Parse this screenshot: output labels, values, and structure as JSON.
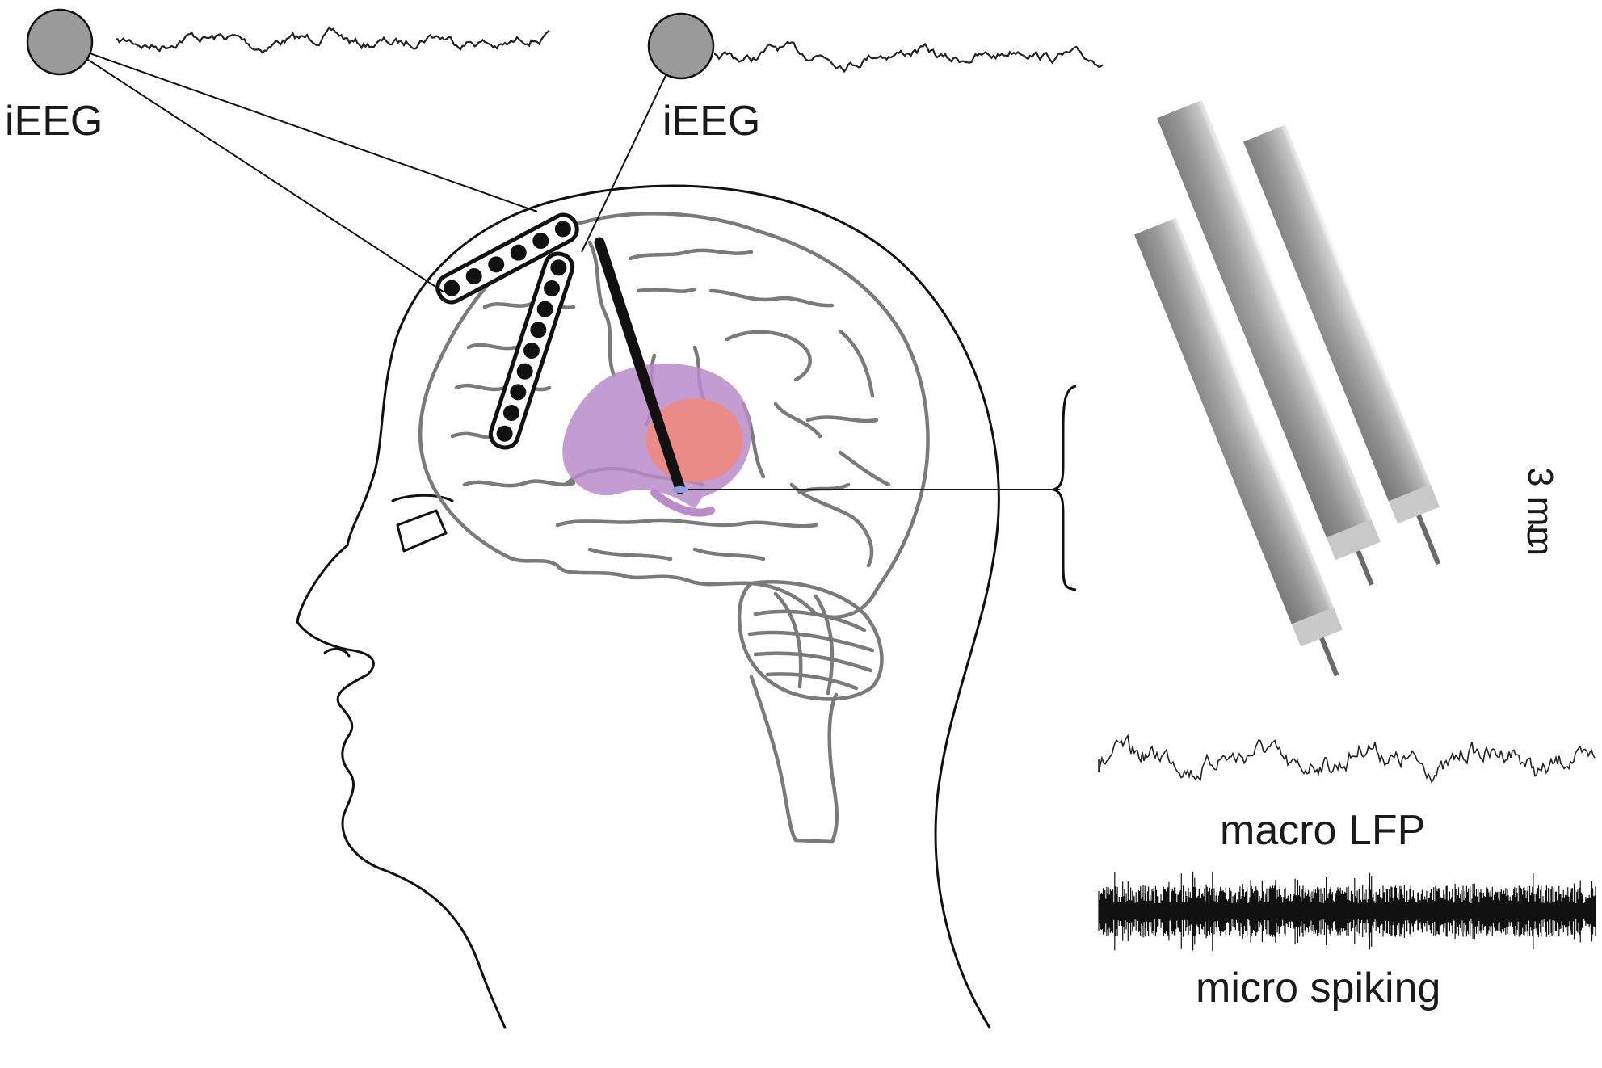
{
  "labels": {
    "ieeg_left": "iEEG",
    "ieeg_right": "iEEG",
    "scale": "3 mm",
    "macro_lfp": "macro LFP",
    "micro_spiking": "micro spiking"
  },
  "colors": {
    "line": "#111111",
    "brain_line": "#7a7a7a",
    "electrode_contact": "#9a9a9a",
    "hippocampus": "#b98cc9",
    "amygdala": "#ee8a80",
    "background": "#ffffff"
  }
}
